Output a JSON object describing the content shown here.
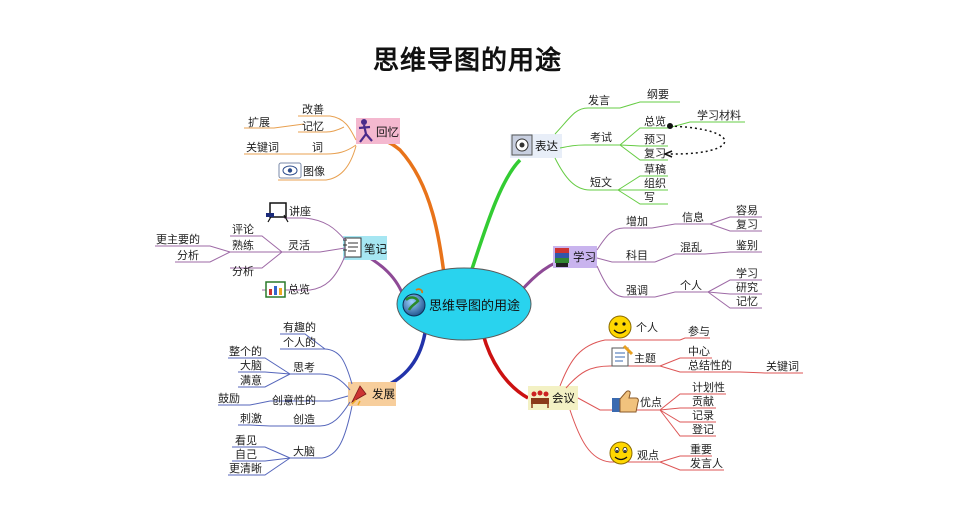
{
  "title": "思维导图的用途",
  "center": {
    "label": "思维导图的用途"
  },
  "branches": {
    "huiyi": {
      "label": "回忆",
      "color": "#e8731a",
      "fill": "#f4b8cf",
      "icon": "running-figure-icon",
      "nodes": {
        "gaishan": "改善",
        "jiyi": "记忆",
        "kuozhan": "扩展",
        "ci": "词",
        "guanjianci": "关键词",
        "tuxiang": "图像"
      }
    },
    "biaoda": {
      "label": "表达",
      "color": "#33cc33",
      "fill": "#e8eef8",
      "icon": "speaker-icon",
      "nodes": {
        "fayan": "发言",
        "gangyao": "纲要",
        "kaoshi": "考试",
        "zonglan": "总览",
        "xuexicailiao": "学习材料",
        "yuxi": "预习",
        "fuxi": "复习",
        "duanwen": "短文",
        "caogao": "草稿",
        "zuzhi": "组织",
        "xie": "写"
      }
    },
    "biji": {
      "label": "笔记",
      "color": "#8e4a96",
      "fill": "#a6e6f2",
      "icon": "notebook-icon",
      "nodes": {
        "jiangzuo": "讲座",
        "pinglun": "评论",
        "shulian": "熟练",
        "linghuo": "灵活",
        "gengzhuyaode": "更主要的",
        "fenxi1": "分析",
        "fenxi2": "分析",
        "zonglan": "总览"
      }
    },
    "xuexi": {
      "label": "学习",
      "color": "#8e4a96",
      "fill": "#c9b4ee",
      "icon": "books-icon",
      "nodes": {
        "zengjia": "增加",
        "xinxi": "信息",
        "rongyi": "容易",
        "fuxi": "复习",
        "kemu": "科目",
        "hunluan": "混乱",
        "jianbie": "鉴别",
        "qiangdiao": "强调",
        "geren": "个人",
        "xuexi": "学习",
        "yanjiu": "研究",
        "jiyi": "记忆"
      }
    },
    "fazhan": {
      "label": "发展",
      "color": "#2233aa",
      "fill": "#f7ce9c",
      "icon": "rocket-icon",
      "nodes": {
        "youqude": "有趣的",
        "gerende": "个人的",
        "zhenggede": "整个的",
        "danao1": "大脑",
        "manyi": "满意",
        "sikao": "思考",
        "guli": "鼓励",
        "chuangyixingde": "创意性的",
        "ciji": "刺激",
        "chuangzao": "创造",
        "kanjian": "看见",
        "ziji": "自己",
        "gengqingxi": "更清晰",
        "danao2": "大脑"
      }
    },
    "huiyi_meeting": {
      "label": "会议",
      "color": "#cc1111",
      "fill": "#f3f1c4",
      "icon": "meeting-icon",
      "nodes": {
        "geren": "个人",
        "canyu": "参与",
        "zhuti": "主题",
        "zhongxin": "中心",
        "zongjiexingde": "总结性的",
        "guanjianci": "关键词",
        "youdian": "优点",
        "jihuaxing": "计划性",
        "gongxian": "贡献",
        "jilu": "记录",
        "dengji": "登记",
        "guandian": "观点",
        "zhongyao": "重要",
        "fayanren": "发言人"
      }
    }
  },
  "icons": {
    "center": "globe-icon",
    "lecture": "lecture-board-icon",
    "overview": "chart-card-icon",
    "image": "eye-icon",
    "person": "smiley-icon",
    "topic": "notepad-pencil-icon",
    "advantage": "thumbs-up-icon",
    "viewpoint": "smiley-face-icon"
  }
}
